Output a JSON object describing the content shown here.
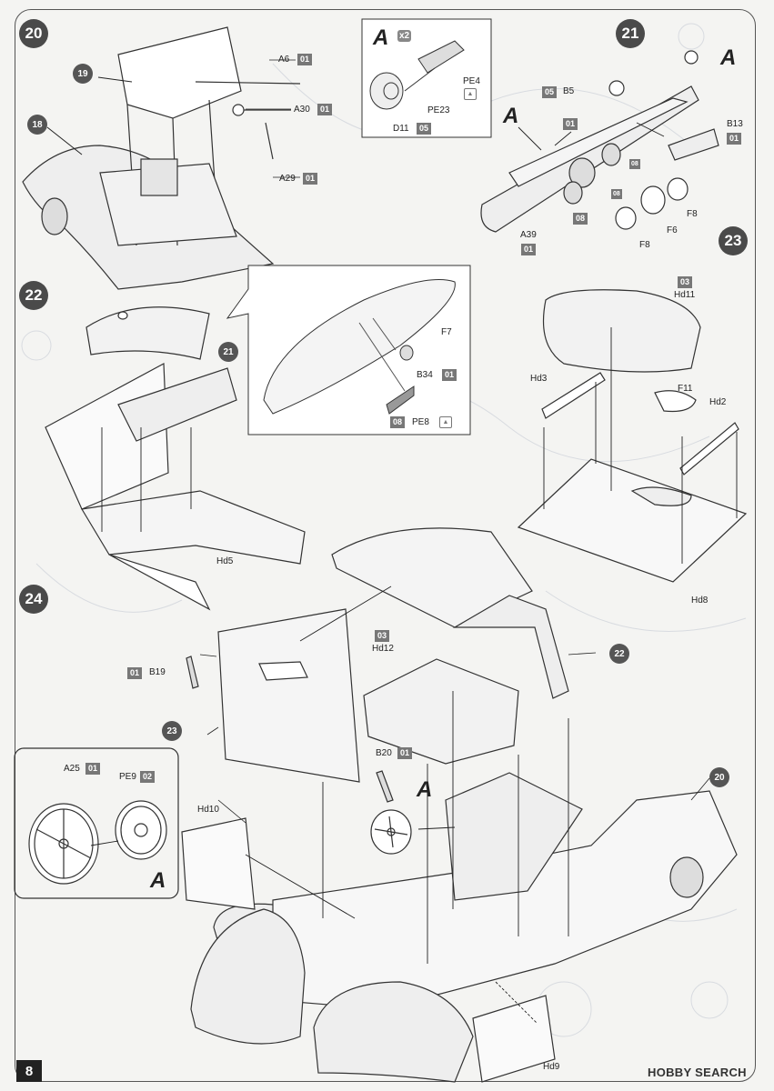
{
  "steps": {
    "s18": "18",
    "s19": "19",
    "s20": "20",
    "s21": "21",
    "s22": "22",
    "s23": "23",
    "s24": "24",
    "ref21": "21",
    "ref22": "22",
    "ref23": "23",
    "ref20": "20"
  },
  "callout_letter": "A",
  "callout_x2": "x2",
  "parts": {
    "A6": "A6",
    "A30": "A30",
    "A29": "A29",
    "PE4": "PE4",
    "PE23": "PE23",
    "D11": "D11",
    "B5": "B5",
    "B13": "B13",
    "F8a": "F8",
    "F6": "F6",
    "F8b": "F8",
    "A39": "A39",
    "F7": "F7",
    "B34": "B34",
    "PE8": "PE8",
    "Hd5": "Hd5",
    "Hd11": "Hd11",
    "Hd3": "Hd3",
    "Hd2": "Hd2",
    "F11": "F11",
    "Hd8": "Hd8",
    "B19": "B19",
    "Hd12": "Hd12",
    "B20": "B20",
    "A25": "A25",
    "PE9": "PE9",
    "Hd10": "Hd10",
    "Hd9": "Hd9"
  },
  "sprues": {
    "A6": "01",
    "A30": "01",
    "A29": "01",
    "D11": "05",
    "B5": "05",
    "s21_01": "01",
    "B13": "01",
    "s21_08": "08",
    "s21_08b": "08",
    "s21_08c": "08",
    "A39": "01",
    "B34": "01",
    "PE8": "08",
    "Hd11": "03",
    "B19": "01",
    "Hd12": "03",
    "B20": "01",
    "A25": "01",
    "PE9": "02"
  },
  "page_number": "8",
  "watermark": "HOBBY SEARCH"
}
